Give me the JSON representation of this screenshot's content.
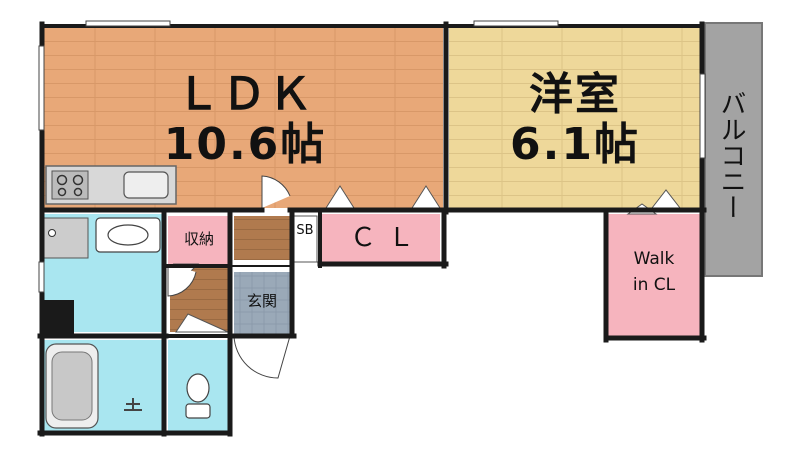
{
  "rooms": {
    "ldk": {
      "name": "ＬＤＫ",
      "size": "10.6帖"
    },
    "western": {
      "name": "洋室",
      "size": "6.1帖"
    },
    "closet": "ＣＬ",
    "storage": "収納",
    "shoe_box": "SB",
    "entrance": "玄関",
    "walk_in": {
      "line1": "Walk",
      "line2": "in CL"
    },
    "balcony": "バルコニー"
  },
  "colors": {
    "wood_ldk": "#e8a878",
    "wood_western": "#eed89a",
    "wash": "#a9e6f0",
    "closet": "#f6b4be",
    "entrance": "#9aa9b8",
    "balcony": "#a3a3a3",
    "wall": "#1a1a1a"
  }
}
